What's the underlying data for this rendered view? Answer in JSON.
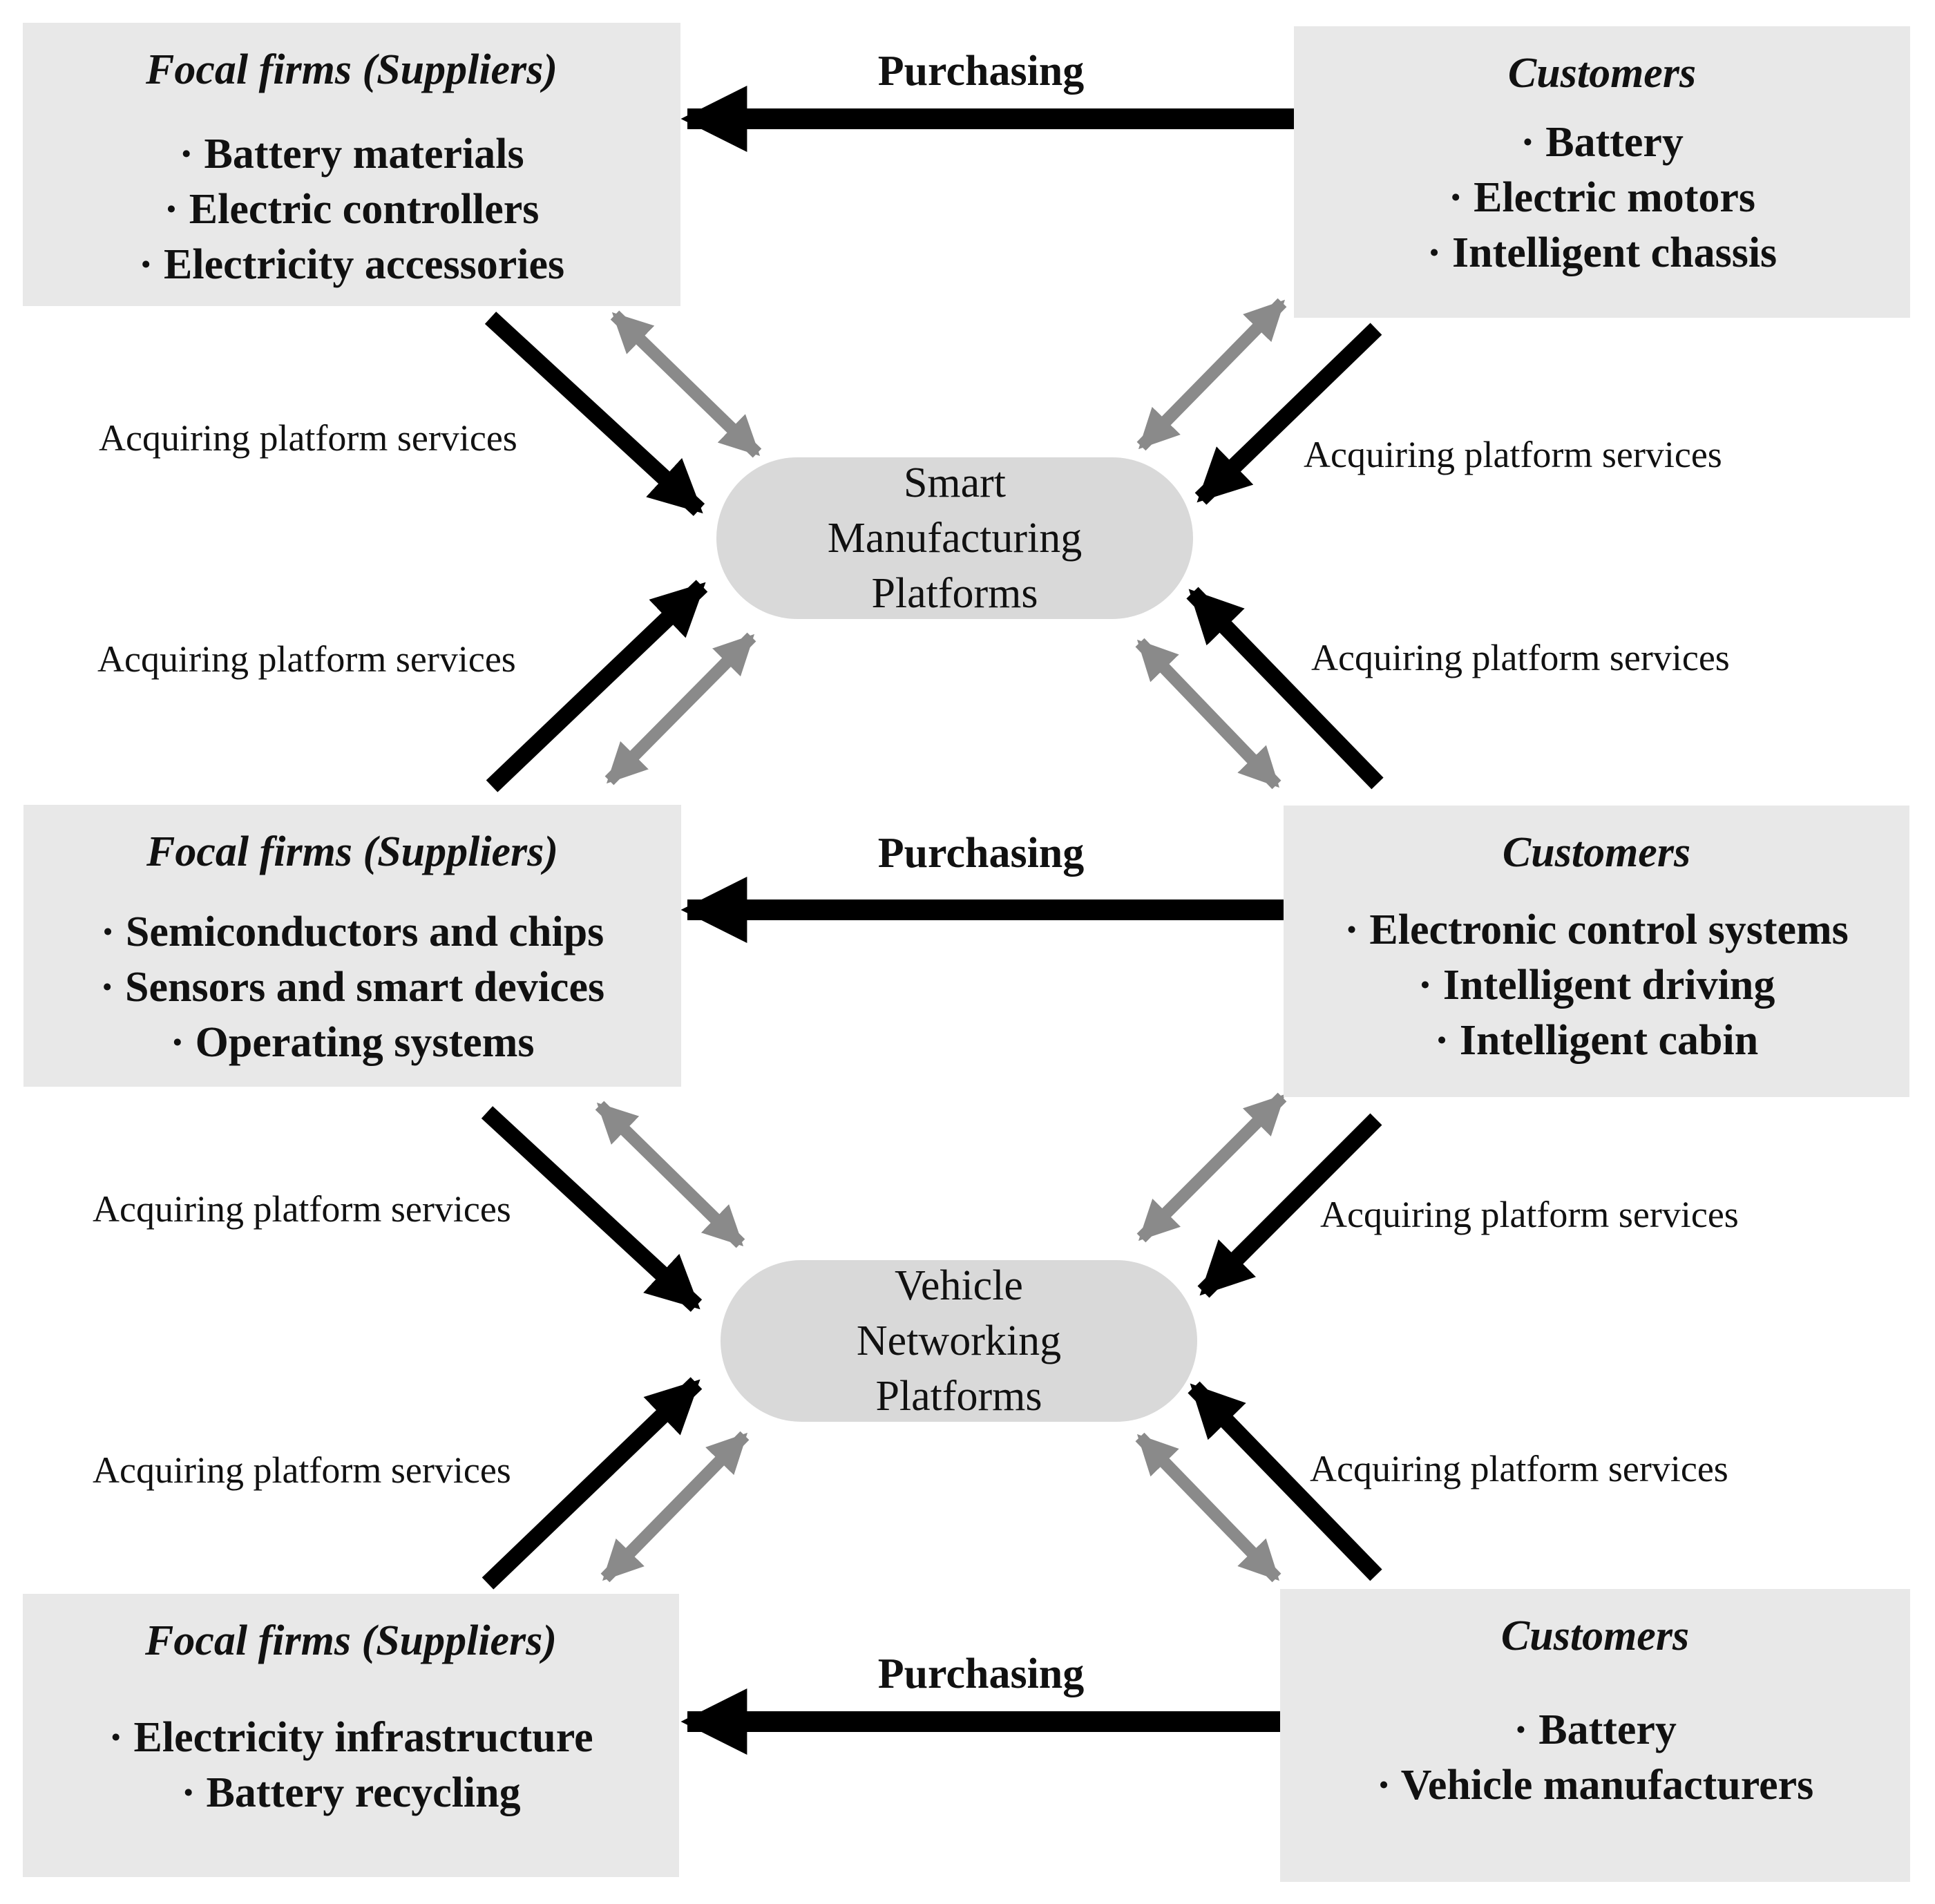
{
  "colors": {
    "box_fill": "#e8e8e8",
    "platform_fill": "#d9d9d9",
    "black_arrow": "#000000",
    "gray_arrow": "#8a8a8a"
  },
  "rows": [
    {
      "supplier": {
        "title": "Focal firms (Suppliers)",
        "items": [
          "· Battery materials",
          "· Electric controllers",
          "· Electricity accessories"
        ]
      },
      "customer": {
        "title": "Customers",
        "items": [
          "· Battery",
          "· Electric motors",
          "· Intelligent chassis"
        ]
      },
      "purchasing": "Purchasing"
    },
    {
      "supplier": {
        "title": "Focal firms (Suppliers)",
        "items": [
          "· Semiconductors and chips",
          "· Sensors and smart devices",
          "· Operating systems"
        ]
      },
      "customer": {
        "title": "Customers",
        "items": [
          "· Electronic control systems",
          "· Intelligent driving",
          "· Intelligent cabin"
        ]
      },
      "purchasing": "Purchasing"
    },
    {
      "supplier": {
        "title": "Focal firms (Suppliers)",
        "items": [
          "· Electricity infrastructure",
          "· Battery recycling"
        ]
      },
      "customer": {
        "title": "Customers",
        "items": [
          "· Battery",
          "· Vehicle manufacturers"
        ]
      },
      "purchasing": "Purchasing"
    }
  ],
  "platforms": [
    {
      "lines": [
        "Smart",
        "Manufacturing",
        "Platforms"
      ]
    },
    {
      "lines": [
        "Vehicle",
        "Networking",
        "Platforms"
      ]
    }
  ],
  "edge_labels": [
    "Acquiring platform services",
    "Acquiring platform services",
    "Acquiring platform services",
    "Acquiring platform services",
    "Acquiring platform services",
    "Acquiring platform services",
    "Acquiring platform services",
    "Acquiring platform services"
  ]
}
